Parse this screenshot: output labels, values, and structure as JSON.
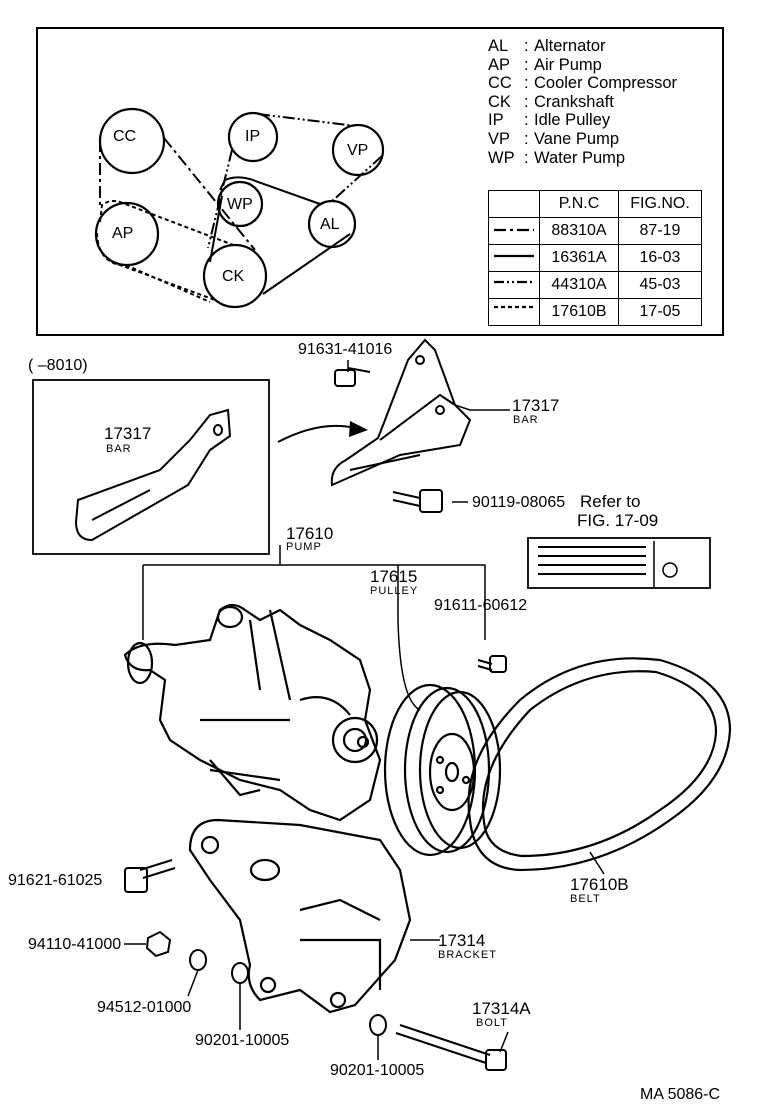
{
  "legend": [
    {
      "code": "AL",
      "name": "Alternator"
    },
    {
      "code": "AP",
      "name": "Air Pump"
    },
    {
      "code": "CC",
      "name": "Cooler Compressor"
    },
    {
      "code": "CK",
      "name": "Crankshaft"
    },
    {
      "code": "IP",
      "name": "Idle Pulley"
    },
    {
      "code": "VP",
      "name": "Vane Pump"
    },
    {
      "code": "WP",
      "name": "Water Pump"
    }
  ],
  "belt_table": {
    "headers": [
      "P.N.C",
      "FIG.NO."
    ],
    "rows": [
      {
        "pnc": "88310A",
        "fig": "87-19"
      },
      {
        "pnc": "16361A",
        "fig": "16-03"
      },
      {
        "pnc": "44310A",
        "fig": "45-03"
      },
      {
        "pnc": "17610B",
        "fig": "17-05"
      }
    ]
  },
  "pulleys": {
    "cc": "CC",
    "ip": "IP",
    "vp": "VP",
    "wp": "WP",
    "ap": "AP",
    "al": "AL",
    "ck": "CK"
  },
  "inset_label": "(      –8010)",
  "parts": {
    "p1": "91631-41016",
    "p2a": "17317",
    "p2b": "BAR",
    "p3a": "17317",
    "p3b": "BAR",
    "p4": "90119-08065",
    "ref1": "Refer to",
    "ref2": "FIG. 17-09",
    "p5a": "17610",
    "p5b": "PUMP",
    "p6a": "17615",
    "p6b": "PULLEY",
    "p7": "91611-60612",
    "p8": "91621-61025",
    "p9a": "17610B",
    "p9b": "BELT",
    "p10": "94110-41000",
    "p11a": "17314",
    "p11b": "BRACKET",
    "p12": "94512-01000",
    "p13": "90201-10005",
    "p14a": "17314A",
    "p14b": "BOLT",
    "p15": "90201-10005"
  },
  "footer": "MA  5086-C"
}
